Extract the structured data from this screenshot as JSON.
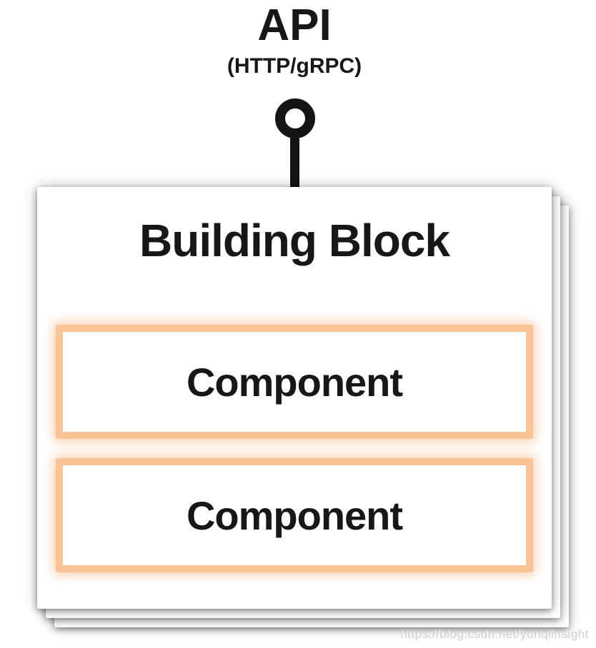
{
  "diagram": {
    "api_label": "API",
    "api_protocol": "(HTTP/gRPC)",
    "title": "Building Block",
    "components": [
      {
        "label": "Component"
      },
      {
        "label": "Component"
      }
    ],
    "watermark": "https://blog.csdn.net/yunqiinsight",
    "icons": {
      "connector": "lollipop-interface-icon"
    },
    "colors": {
      "text": "#171717",
      "component_border": "#fac396",
      "component_glow": "#fbd0ac",
      "connector": "#151515",
      "card_background": "#ffffff",
      "watermark_text": "#cfcfcf"
    }
  }
}
